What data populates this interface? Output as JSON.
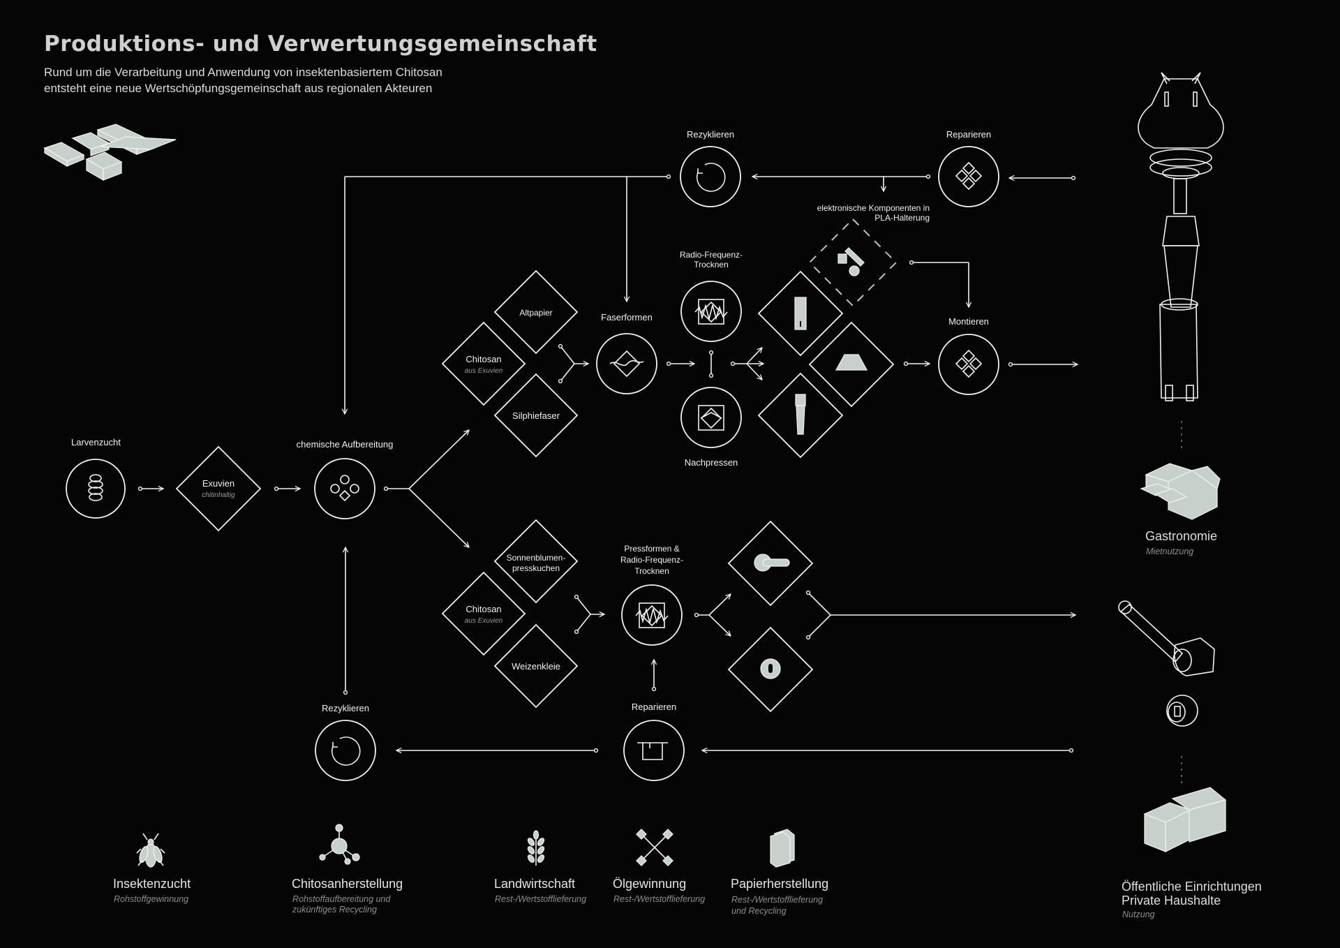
{
  "header": {
    "title": "Produktions- und Verwertungsgemeinschaft",
    "subtitle_line1": "Rund um die Verarbeitung und Anwendung von insektenbasiertem Chitosan",
    "subtitle_line2": "entsteht eine neue Wertschöpfungsgemeinschaft aus regionalen Akteuren"
  },
  "nodes": {
    "larvenzucht": "Larvenzucht",
    "exuvien": "Exuvien",
    "exuvien_sub": "chitinhaltig",
    "chemische_aufbereitung": "chemische Aufbereitung",
    "rezyklieren_top": "Rezyklieren",
    "reparieren_top": "Reparieren",
    "elektronik_line1": "elektronische Komponenten in",
    "elektronik_line2": "PLA-Halterung",
    "rf_trocknen_line1": "Radio-Frequenz-",
    "rf_trocknen_line2": "Trocknen",
    "faserformen": "Faserformen",
    "altpapier": "Altpapier",
    "chitosan_top": "Chitosan",
    "chitosan_top_sub": "aus Exuvien",
    "silphiefaser": "Silphiefaser",
    "nachpressen": "Nachpressen",
    "montieren": "Montieren",
    "sonnenblumen_line1": "Sonnenblumen-",
    "sonnenblumen_line2": "presskuchen",
    "chitosan_bottom": "Chitosan",
    "chitosan_bottom_sub": "aus Exuvien",
    "weizenkleie": "Weizenkleie",
    "pressformen_line1": "Pressformen &",
    "pressformen_line2": "Radio-Frequenz-",
    "pressformen_line3": "Trocknen",
    "reparieren_bottom": "Reparieren",
    "rezyklieren_bottom": "Rezyklieren"
  },
  "users": {
    "gastronomie": "Gastronomie",
    "gastronomie_sub": "Mietnutzung",
    "oeffentlich_line1": "Öffentliche Einrichtungen",
    "oeffentlich_line2": "Private Haushalte",
    "oeffentlich_sub": "Nutzung"
  },
  "legend": [
    {
      "name": "Insektenzucht",
      "sub1": "Rohstoffgewinnung",
      "sub2": "",
      "icon": "fly-icon"
    },
    {
      "name": "Chitosanherstellung",
      "sub1": "Rohstoffaufbereitung und",
      "sub2": "zukünftiges Recycling",
      "icon": "molecule-icon"
    },
    {
      "name": "Landwirtschaft",
      "sub1": "Rest-/Wertstofflieferung",
      "sub2": "",
      "icon": "wheat-icon"
    },
    {
      "name": "Ölgewinnung",
      "sub1": "Rest-/Wertstofflieferung",
      "sub2": "",
      "icon": "crossed-tools-icon"
    },
    {
      "name": "Papierherstellung",
      "sub1": "Rest-/Wertstofflieferung",
      "sub2": "und Recycling",
      "icon": "paper-stack-icon"
    }
  ],
  "colors": {
    "background": "#050505",
    "line": "#f2f2f2",
    "building_fill": "#c6d1cc",
    "muted_text": "#8e8e8e"
  }
}
